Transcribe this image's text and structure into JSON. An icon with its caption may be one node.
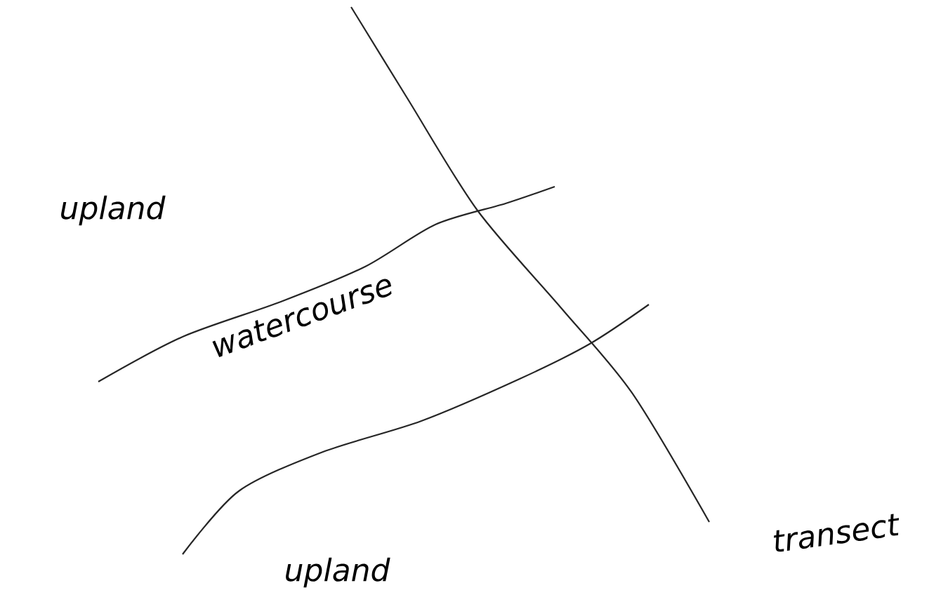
{
  "diagram": {
    "labels": [
      "upland",
      "watercourse",
      "transect",
      "upland"
    ]
  }
}
